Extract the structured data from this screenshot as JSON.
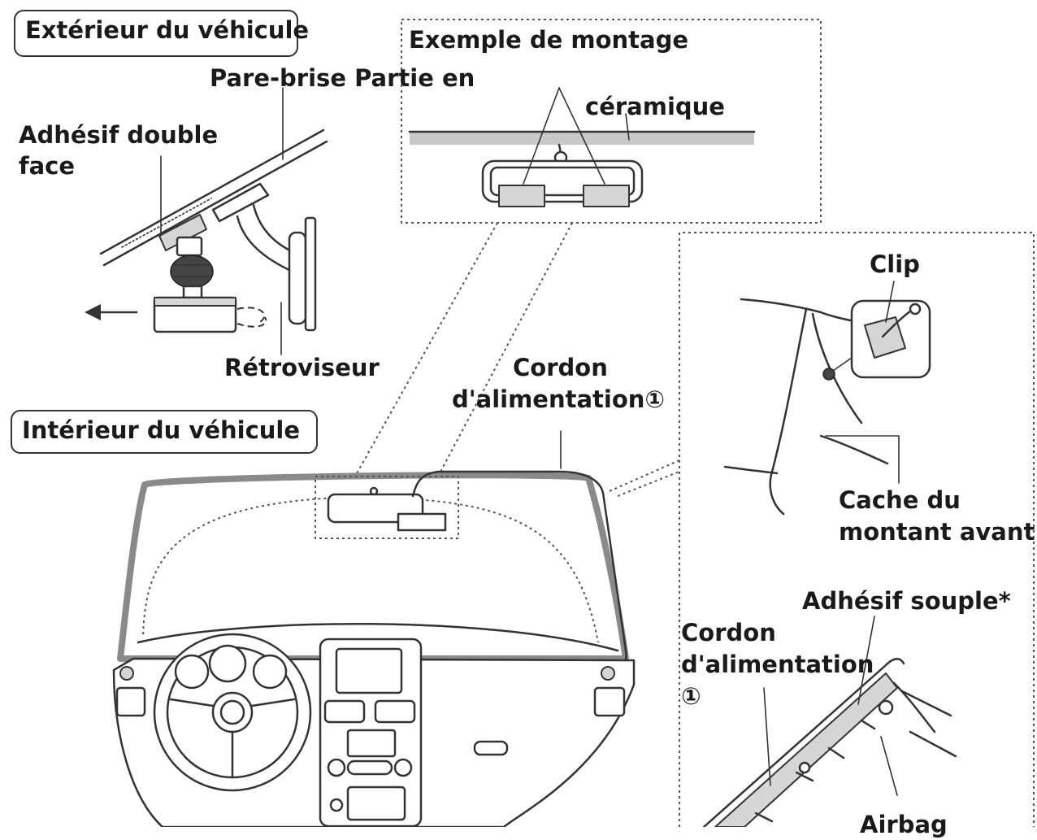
{
  "labels": {
    "exterior_title": "Extérieur du véhicule",
    "interior_title": "Intérieur du véhicule",
    "mounting_example": "Exemple de montage",
    "windshield": "Pare-brise Partie en",
    "ceramic": "céramique",
    "double_sided_line1": "Adhésif double",
    "double_sided_line2": "face",
    "mirror": "Rétroviseur",
    "power_cord_top_line1": "Cordon",
    "power_cord_top_line2": "d'alimentation①",
    "clip": "Clip",
    "pillar_cover_line1": "Cache du",
    "pillar_cover_line2": "montant avant",
    "soft_adhesive": "Adhésif souple*",
    "power_cord_bottom_line1": "Cordon",
    "power_cord_bottom_line2": "d'alimentation",
    "power_cord_bottom_line3": "①",
    "airbag": "Airbag"
  }
}
